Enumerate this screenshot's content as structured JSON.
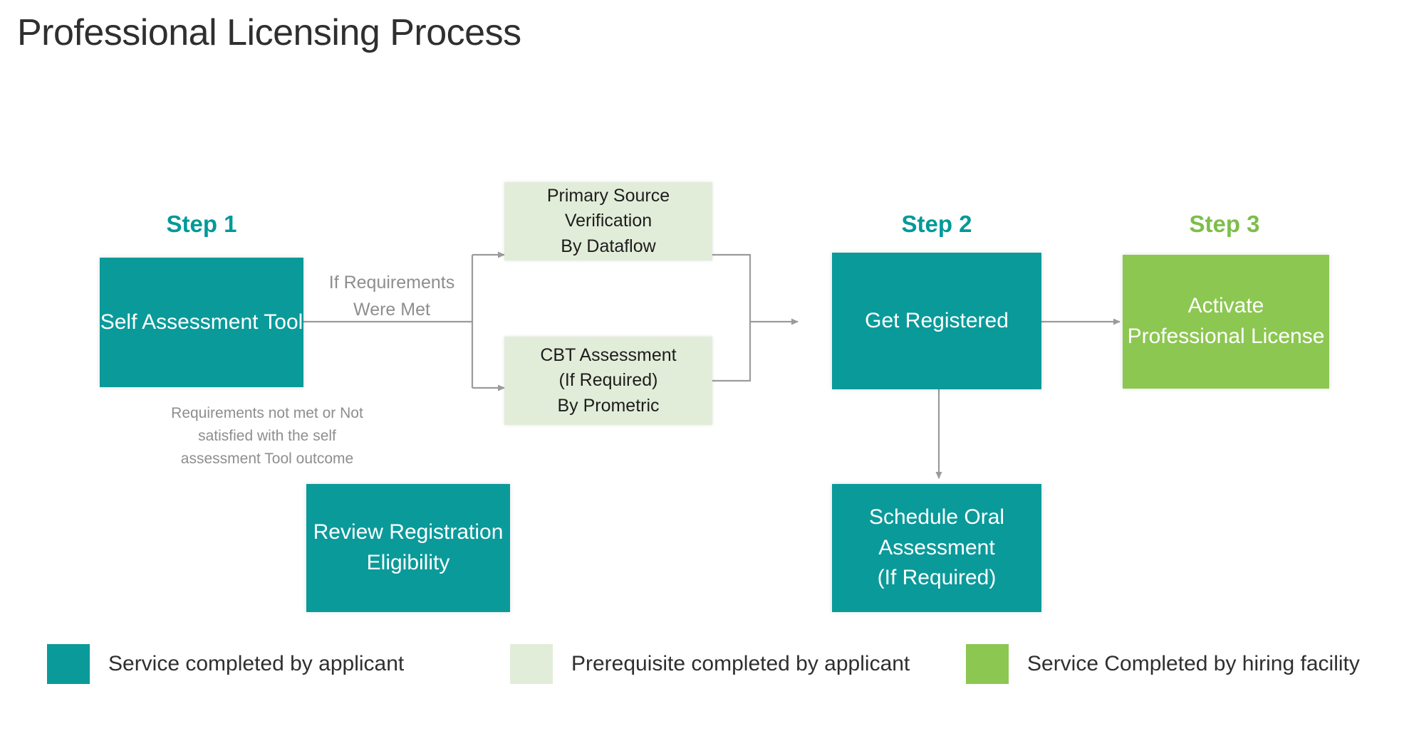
{
  "page": {
    "title": "Professional Licensing Process",
    "background": "#ffffff"
  },
  "colors": {
    "teal": "#0b9a9a",
    "teal_text": "#009999",
    "green": "#8cc751",
    "green_text": "#7dbe4a",
    "light_green": "#e2edd9",
    "connector": "#9b9b9b",
    "muted_text": "#8e8e8e"
  },
  "steps": [
    {
      "id": "step1",
      "label": "Step 1",
      "accent": "teal"
    },
    {
      "id": "step2",
      "label": "Step 2",
      "accent": "teal"
    },
    {
      "id": "step3",
      "label": "Step 3",
      "accent": "green"
    }
  ],
  "nodes": {
    "self_assessment": {
      "name": "Self Assessment Tool",
      "lines": [
        "Self Assessment Tool"
      ],
      "category": "service-by-applicant"
    },
    "primary_source": {
      "name": "Primary Source Verification By Dataflow",
      "lines": [
        "Primary Source Verification",
        "By Dataflow"
      ],
      "category": "prerequisite-by-applicant"
    },
    "cbt_assessment": {
      "name": "CBT Assessment (If Required) By Prometric",
      "lines": [
        "CBT Assessment",
        "(If Required)",
        "By Prometric"
      ],
      "category": "prerequisite-by-applicant"
    },
    "get_registered": {
      "name": "Get Registered",
      "lines": [
        "Get Registered"
      ],
      "category": "service-by-applicant"
    },
    "activate_license": {
      "name": "Activate Professional License",
      "lines": [
        "Activate",
        "Professional License"
      ],
      "category": "service-by-hiring-facility"
    },
    "review_eligibility": {
      "name": "Review Registration Eligibility",
      "lines": [
        "Review Registration",
        "Eligibility"
      ],
      "category": "service-by-applicant"
    },
    "schedule_oral": {
      "name": "Schedule Oral Assessment (If Required)",
      "lines": [
        "Schedule Oral",
        "Assessment",
        "(If Required)"
      ],
      "category": "service-by-applicant"
    }
  },
  "edge_labels": {
    "requirements_met": [
      "If Requirements",
      "Were Met"
    ],
    "requirements_not_met": [
      "Requirements not met",
      "or",
      "Not satisfied with the self",
      "assessment Tool outcome"
    ]
  },
  "legend": [
    {
      "swatch": "teal",
      "label": "Service completed by applicant"
    },
    {
      "swatch": "lightgreen",
      "label": "Prerequisite completed by applicant"
    },
    {
      "swatch": "green",
      "label": "Service Completed by hiring facility"
    }
  ]
}
